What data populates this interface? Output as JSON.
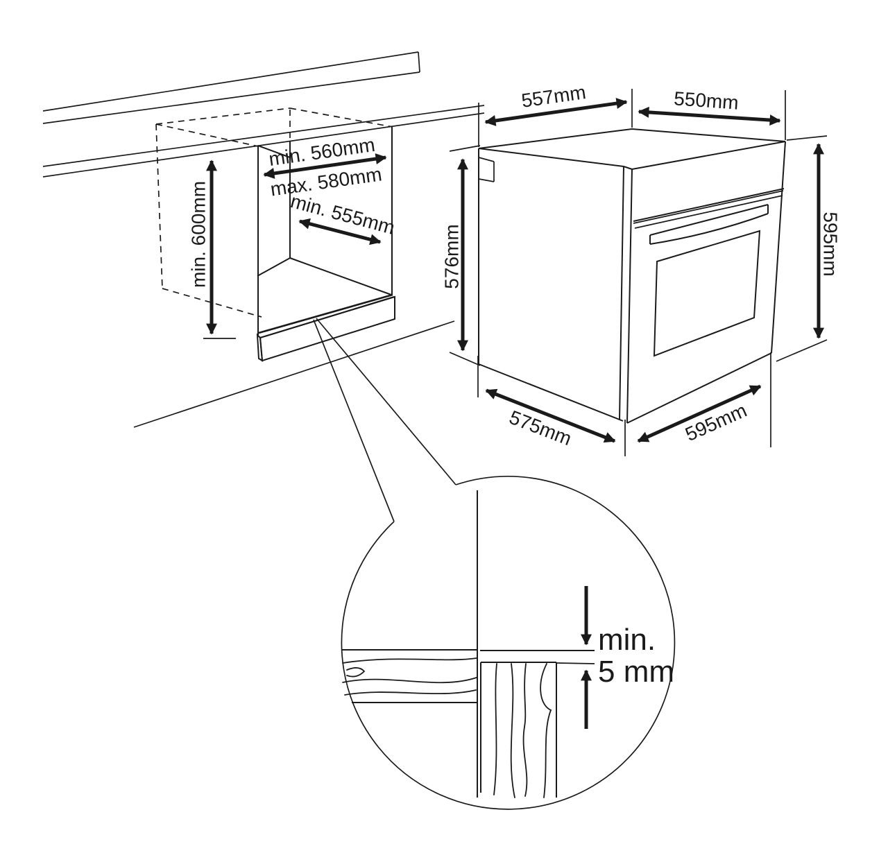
{
  "labels": {
    "cutout_height": "min. 600mm",
    "cutout_width_min": "min. 560mm",
    "cutout_width_max": "max. 580mm",
    "cutout_depth": "min. 555mm",
    "oven_top_width": "557mm",
    "oven_top_depth": "550mm",
    "oven_side_height": "576mm",
    "oven_front_height": "595mm",
    "oven_bottom_depth": "575mm",
    "oven_bottom_width": "595mm",
    "detail_min": "min.",
    "detail_gap": "5 mm"
  },
  "colors": {
    "line": "#1a1a1a",
    "background": "#ffffff"
  }
}
